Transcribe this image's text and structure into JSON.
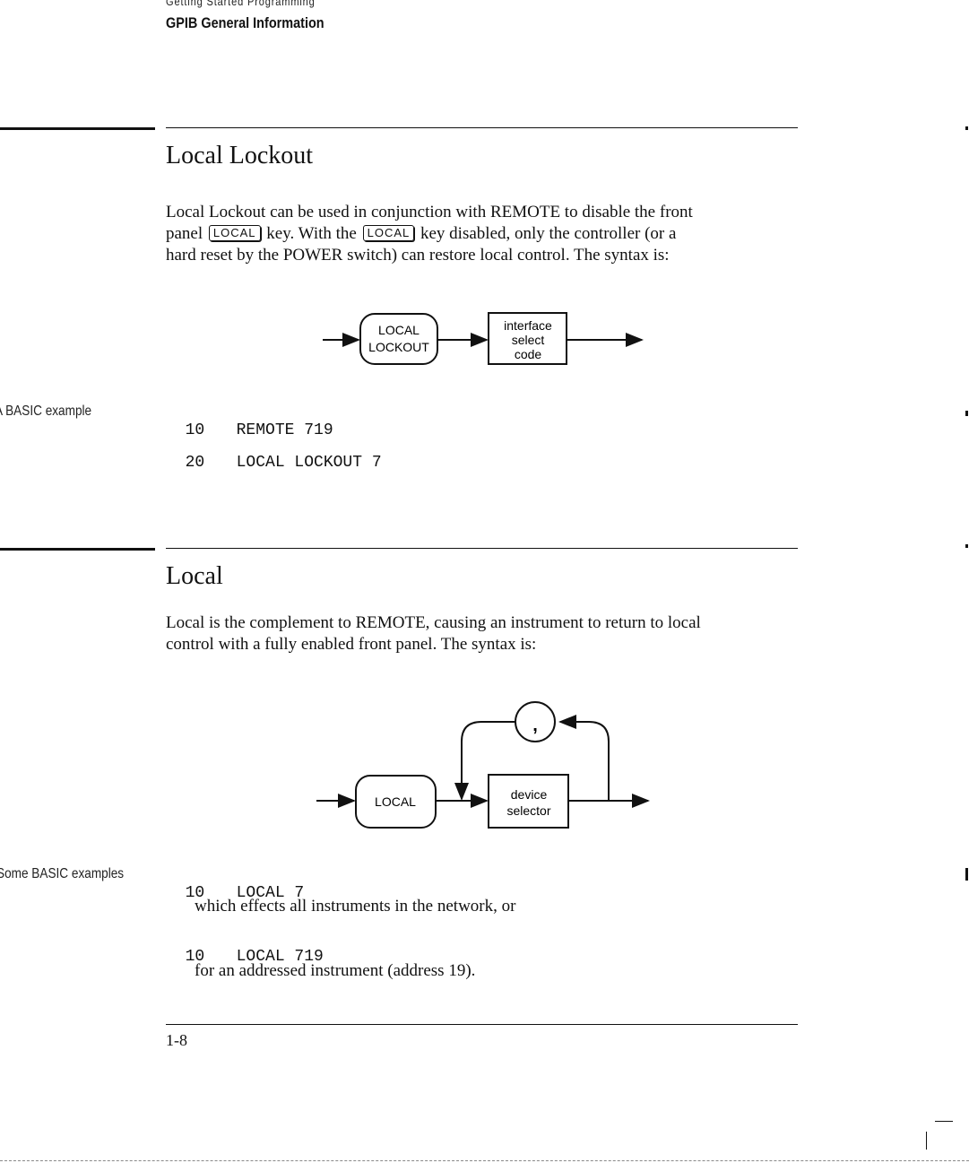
{
  "header": {
    "breadcrumb": "Getting Started Programming",
    "title": "GPIB General Information"
  },
  "section_lockout": {
    "title": "Local Lockout",
    "para_line1": "Local Lockout can be used in conjunction with REMOTE to disable the front",
    "para_line2_a": "panel",
    "key_local": "LOCAL",
    "para_line2_b": "key.  With the",
    "para_line2_c": "key disabled, only the controller (or a",
    "para_line3": "hard reset by the POWER switch) can restore local control.  The syntax is:",
    "diagram": {
      "node1_line1": "LOCAL",
      "node1_line2": "LOCKOUT",
      "node2_line1": "interface",
      "node2_line2": "select",
      "node2_line3": "code"
    },
    "side_label": "A BASIC example",
    "code": [
      {
        "num": "10",
        "text": "REMOTE 719"
      },
      {
        "num": "20",
        "text": "LOCAL LOCKOUT 7"
      }
    ]
  },
  "section_local": {
    "title": "Local",
    "para_line1": "Local is the complement to REMOTE, causing an instrument to return to local",
    "para_line2": "control with a fully enabled front panel.  The syntax is:",
    "diagram": {
      "node_local": "LOCAL",
      "node_device_line1": "device",
      "node_device_line2": "selector",
      "node_comma": ","
    },
    "side_label": "Some BASIC examples",
    "code1": {
      "num": "10",
      "text": "LOCAL 7"
    },
    "note1": "which effects all instruments in the network, or",
    "code2": {
      "num": "10",
      "text": "LOCAL 719"
    },
    "note2": "for an addressed instrument (address 19)."
  },
  "footer": {
    "page_number": "1-8"
  }
}
